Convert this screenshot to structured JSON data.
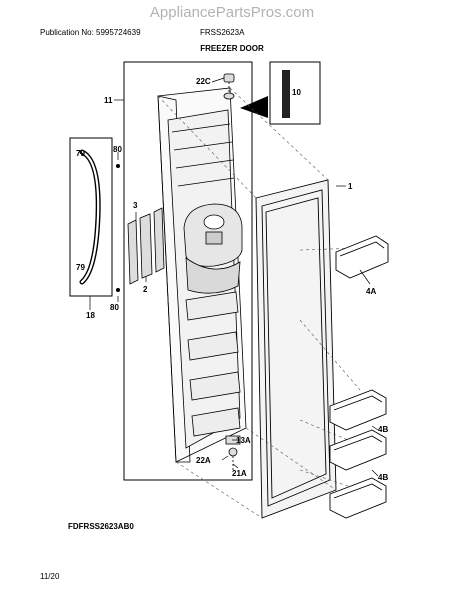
{
  "header": {
    "watermark": "AppliancePartsPros.com",
    "publication_no": "Publication No: 5995724639",
    "model": "FRSS2623A",
    "section_title": "FREEZER DOOR"
  },
  "footer": {
    "figure_code": "FDFRSS2623AB0",
    "page_number": "11/20"
  },
  "callouts": {
    "c22c": "22C",
    "c10": "10",
    "c11": "11",
    "c1": "1",
    "c79_top": "79",
    "c80_top": "80",
    "c3": "3",
    "c2": "2",
    "c4a": "4A",
    "c79_bottom": "79",
    "c80_bottom": "80",
    "c18": "18",
    "c13a": "13A",
    "c22a": "22A",
    "c21a": "21A",
    "c4b_top": "4B",
    "c4b_bottom": "4B"
  }
}
